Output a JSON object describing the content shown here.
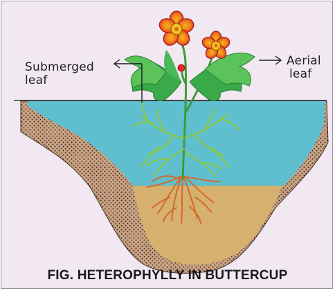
{
  "figure": {
    "labels": {
      "submerged_line1": "Submerged",
      "submerged_line2": "leaf",
      "aerial_line1": "Aerial",
      "aerial_line2": "leaf"
    },
    "caption": "FIG. HETEROPHYLLY IN BUTTERCUP"
  },
  "colors": {
    "background": "#f1e8f2",
    "water": "#5fbfcf",
    "soil_rim": "#caa384",
    "mud": "#d6b06e",
    "aerial_leaf": "#3aa94a",
    "submerged_leaf": "#8cc83a",
    "roots": "#d46a2a",
    "flower_petal": "#e8262a",
    "flower_center": "#f5c419"
  }
}
